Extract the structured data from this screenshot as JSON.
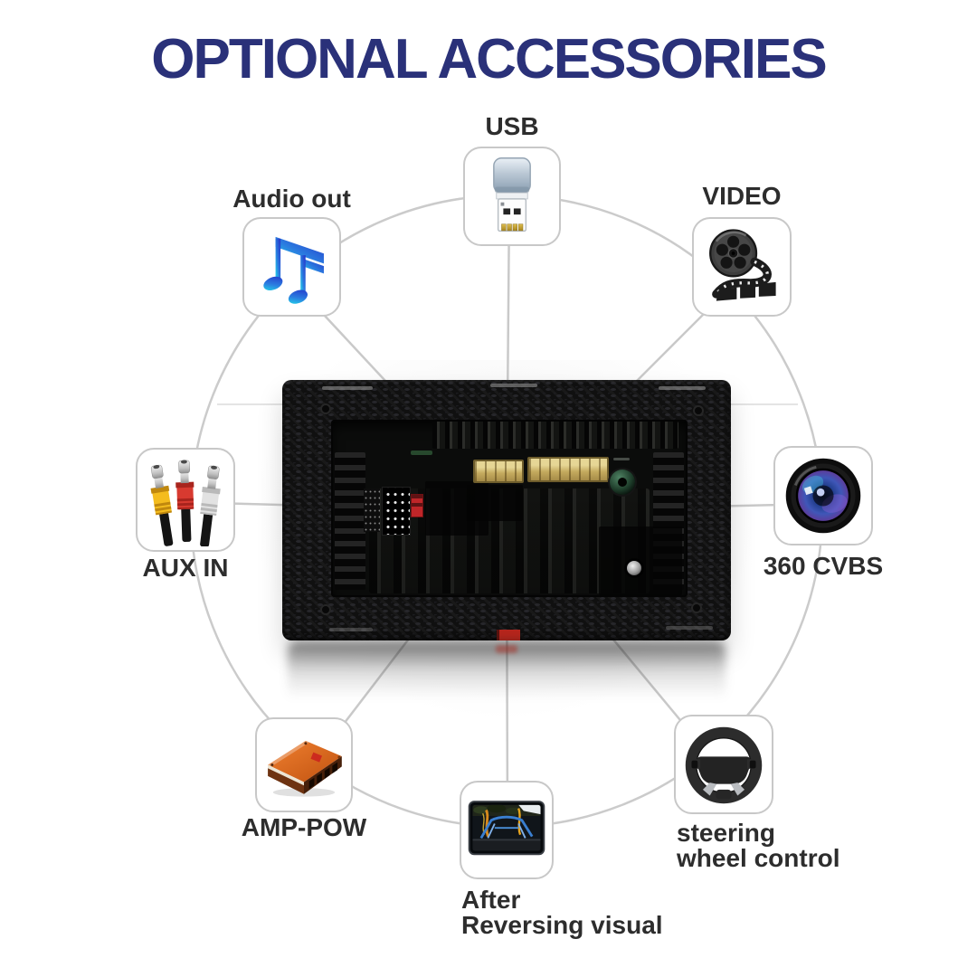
{
  "title": "OPTIONAL ACCESSORIES",
  "accessories": {
    "usb": {
      "label": "USB",
      "icon": "usb-flash-drive-icon"
    },
    "audio_out": {
      "label": "Audio out",
      "icon": "music-notes-icon"
    },
    "video": {
      "label": "VIDEO",
      "icon": "film-reel-icon"
    },
    "aux_in": {
      "label": "AUX IN",
      "icon": "rca-cables-icon"
    },
    "cvbs_360": {
      "label": "360 CVBS",
      "icon": "camera-lens-icon"
    },
    "amp_pow": {
      "label": "AMP-POW",
      "icon": "car-amplifier-icon"
    },
    "reversing": {
      "lines": [
        "After",
        "Reversing visual"
      ],
      "icon": "reversing-camera-view-icon"
    },
    "steering": {
      "lines": [
        "steering",
        "wheel control"
      ],
      "icon": "steering-wheel-icon"
    }
  },
  "center_unit": {
    "icon": "car-stereo-rear-panel"
  },
  "colors": {
    "title_navy": "#2a3179",
    "label_dark": "#2d2d2d",
    "line_gray": "#c9c9c9",
    "box_border": "#c8c8c8",
    "connector_gold": "#c4aa5e",
    "antenna_jack_green": "#2e5d3f",
    "rca_yellow": "#f4bc1e",
    "rca_red": "#d83a30",
    "rca_white": "#e2e2e2",
    "amp_orange": "#e8712a",
    "note_cyan": "#20e2ea",
    "note_blue": "#2430c8",
    "lens_blue": "#3f57b8",
    "guide_blue": "#3a7fd0",
    "trail_orange": "#d98a1c"
  }
}
